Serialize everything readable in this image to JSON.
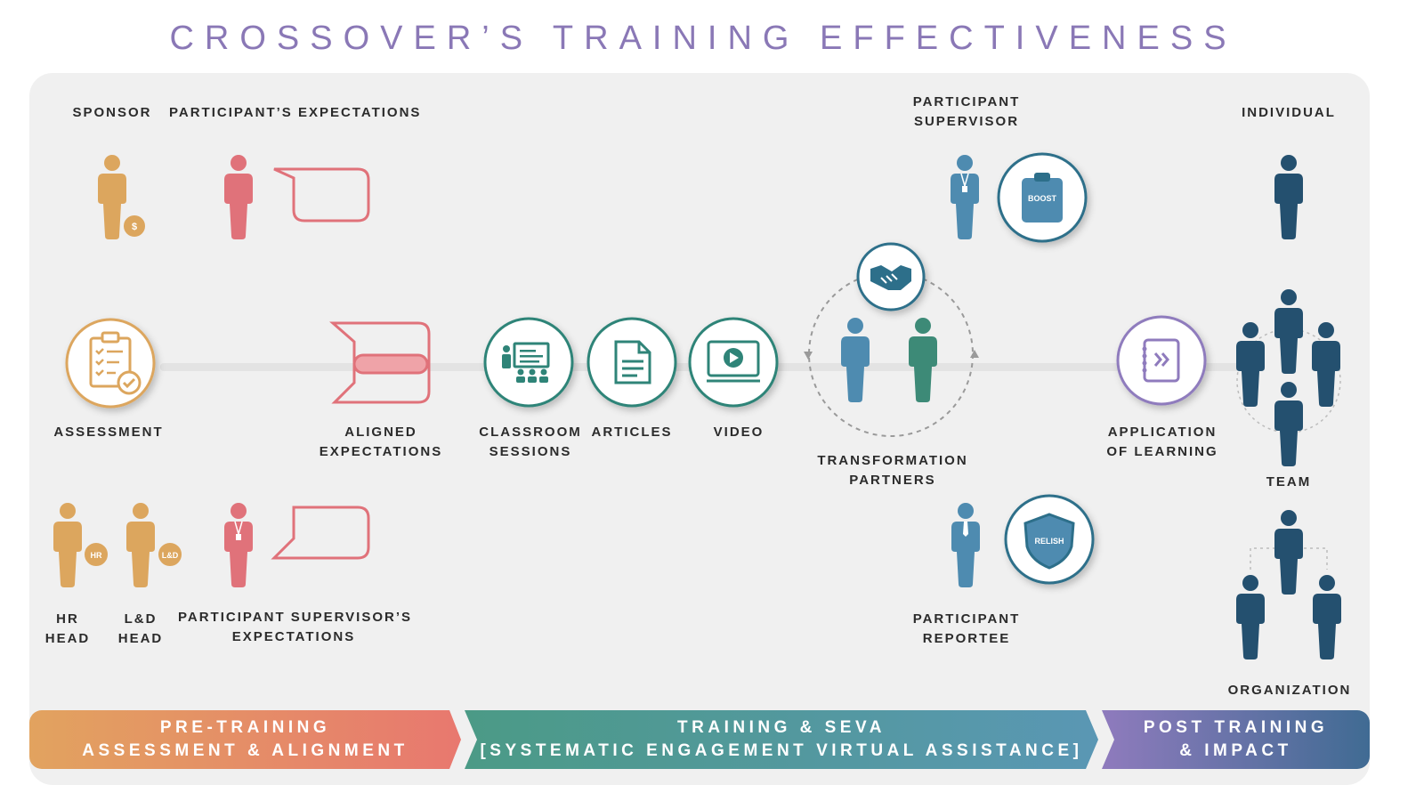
{
  "title": "CROSSOVER’S  TRAINING  EFFECTIVENESS",
  "colors": {
    "gold": "#dca65e",
    "coral": "#e0727a",
    "teal": "#2f8478",
    "steel_blue": "#4e8bb0",
    "navy": "#24506f",
    "purple": "#8f7bbd"
  },
  "labels": {
    "sponsor": "SPONSOR",
    "participant_expectations": "PARTICIPANT’S EXPECTATIONS",
    "participant_supervisor": [
      "PARTICIPANT",
      "SUPERVISOR"
    ],
    "individual": "INDIVIDUAL",
    "assessment": "ASSESSMENT",
    "aligned_expectations": [
      "ALIGNED",
      "EXPECTATIONS"
    ],
    "classroom_sessions": [
      "CLASSROOM",
      "SESSIONS"
    ],
    "articles": "ARTICLES",
    "video": "VIDEO",
    "transformation_partners": [
      "TRANSFORMATION",
      "PARTNERS"
    ],
    "application_of_learning": [
      "APPLICATION",
      "OF LEARNING"
    ],
    "team": "TEAM",
    "hr_head": [
      "HR",
      "HEAD"
    ],
    "ld_head": [
      "L&D",
      "HEAD"
    ],
    "participant_supervisor_expectations": [
      "PARTICIPANT SUPERVISOR’S",
      "EXPECTATIONS"
    ],
    "participant_reportee": [
      "PARTICIPANT",
      "REPORTEE"
    ],
    "organization": "ORGANIZATION"
  },
  "badges": {
    "sponsor": "$",
    "hr": "HR",
    "ld": "L&D",
    "boost": "BOOST",
    "relish": "RELISH"
  },
  "icons": {
    "assessment": "clipboard-check-icon",
    "classroom": "presentation-icon",
    "articles": "document-icon",
    "video": "video-play-icon",
    "handshake": "handshake-icon",
    "application": "notebook-forward-icon",
    "boost": "clipboard-boost-icon",
    "relish": "shield-relish-icon"
  },
  "phases": [
    {
      "line1": "PRE-TRAINING",
      "line2": "ASSESSMENT & ALIGNMENT"
    },
    {
      "line1": "TRAINING & SEVA",
      "line2": "[SYSTEMATIC ENGAGEMENT VIRTUAL ASSISTANCE]"
    },
    {
      "line1": "POST TRAINING",
      "line2": "& IMPACT"
    }
  ]
}
